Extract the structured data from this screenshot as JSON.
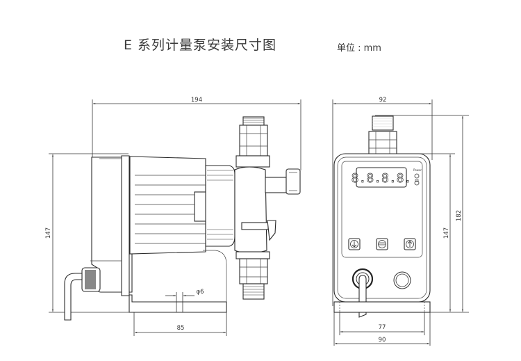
{
  "title": "E 系列计量泵安装尺寸图",
  "unit_label": "单位 : mm",
  "side_view": {
    "overall_length": "194",
    "height": "147",
    "base_length": "85",
    "hole_diameter": "φ6"
  },
  "front_view": {
    "width": "92",
    "height_body": "147",
    "height_total": "182",
    "base_inner_width": "77",
    "base_outer_width": "90",
    "display_text": "8.8.8.8.",
    "power_label": "Power",
    "buttons": [
      "down-arrow",
      "enter",
      "up-arrow"
    ]
  },
  "colors": {
    "line": "#333333",
    "background": "#ffffff"
  }
}
